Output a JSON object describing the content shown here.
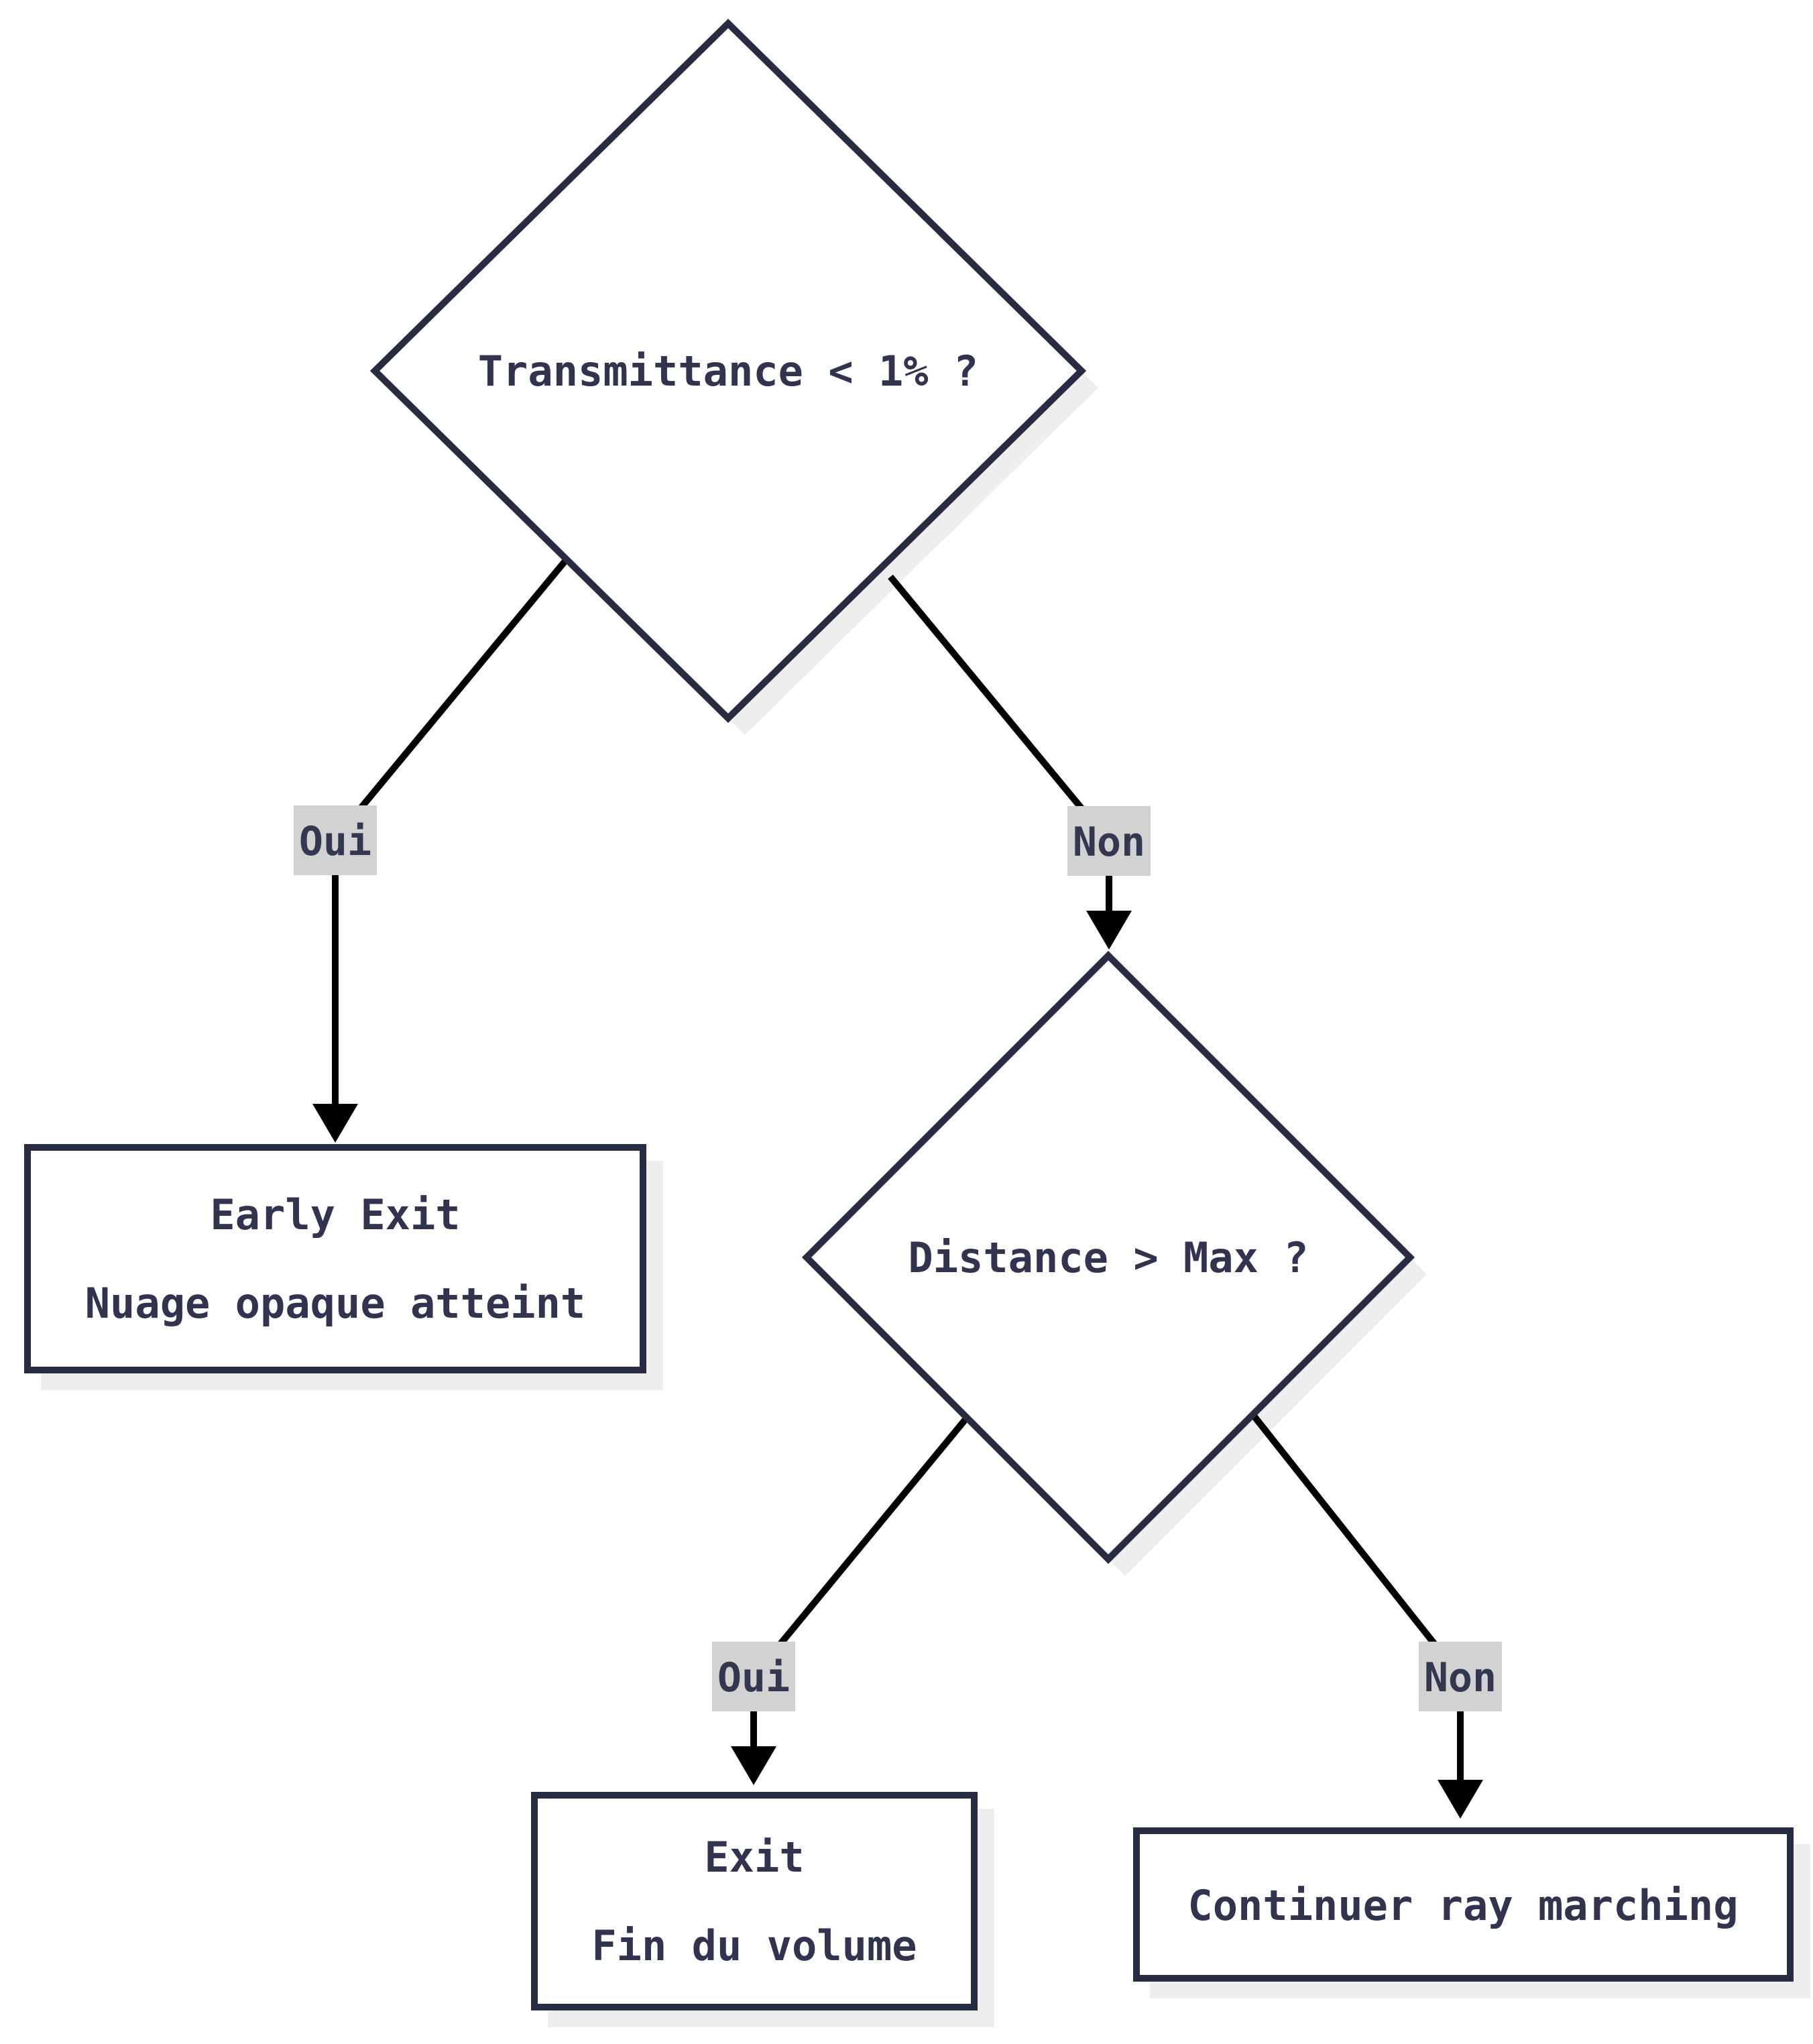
{
  "diagram": {
    "type": "flowchart",
    "direction": "top-down",
    "colors": {
      "node_border": "#282c43",
      "node_fill": "#ffffff",
      "node_text": "#32344f",
      "edge_line": "#000000",
      "label_bg": "#d2d2d2",
      "label_text": "#343750",
      "shadow": "#eeeeef",
      "background": "#ffffff"
    },
    "nodes": {
      "decision1": {
        "shape": "diamond",
        "text": "Transmittance < 1% ?"
      },
      "early_exit": {
        "shape": "rect",
        "line1": "Early Exit",
        "line2": "Nuage opaque atteint"
      },
      "decision2": {
        "shape": "diamond",
        "text": "Distance > Max ?"
      },
      "exit_volume": {
        "shape": "rect",
        "line1": "Exit",
        "line2": "Fin du volume"
      },
      "continue_marching": {
        "shape": "rect",
        "text": "Continuer ray marching"
      }
    },
    "edges": [
      {
        "from": "decision1",
        "to": "early_exit",
        "label": "Oui"
      },
      {
        "from": "decision1",
        "to": "decision2",
        "label": "Non"
      },
      {
        "from": "decision2",
        "to": "exit_volume",
        "label": "Oui"
      },
      {
        "from": "decision2",
        "to": "continue_marching",
        "label": "Non"
      }
    ]
  }
}
